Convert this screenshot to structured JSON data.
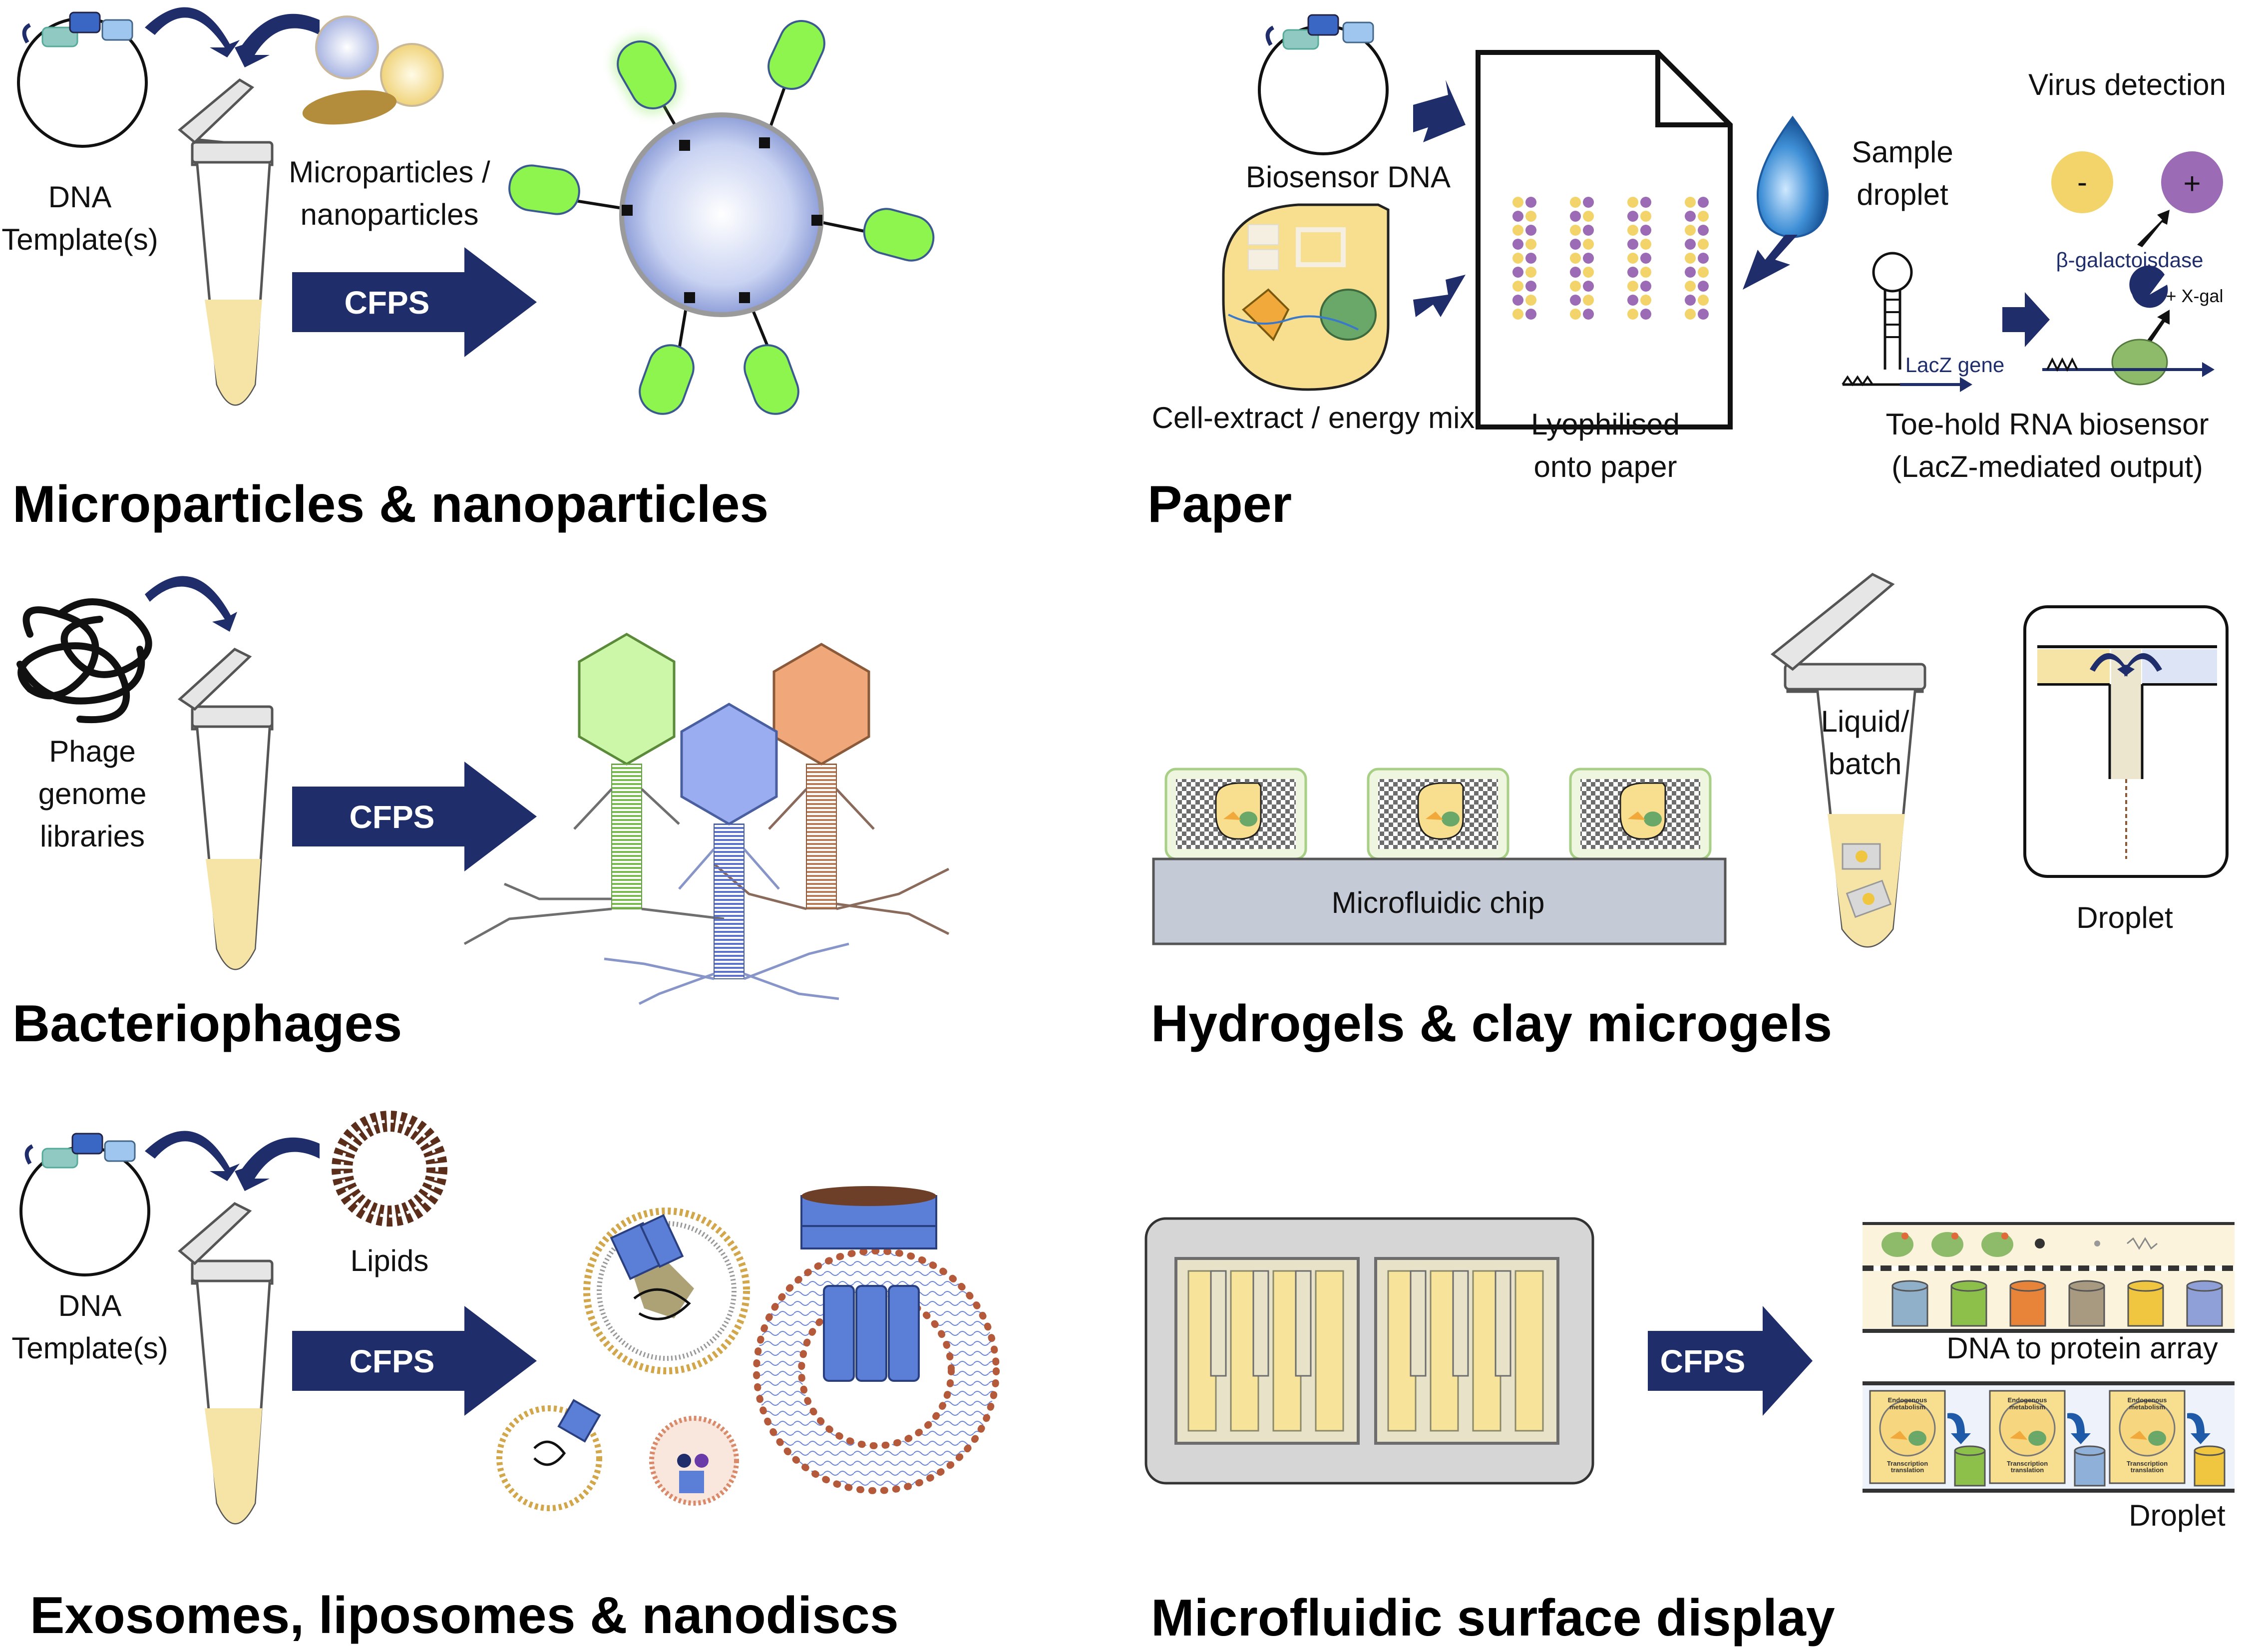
{
  "panels": {
    "microparticles": {
      "heading": "Microparticles & nanoparticles",
      "dna_label": [
        "DNA",
        "Template(s)"
      ],
      "particles_label": [
        "Microparticles /",
        "nanoparticles"
      ],
      "cfps": "CFPS"
    },
    "paper": {
      "heading": "Paper",
      "biosensor_dna": "Biosensor DNA",
      "cell_extract": "Cell-extract / energy mix",
      "lyophilised": [
        "Lyophilised",
        "onto paper"
      ],
      "sample_droplet": [
        "Sample",
        "droplet"
      ],
      "virus_detection": "Virus detection",
      "minus": "-",
      "plus": "+",
      "beta_gal": "β-galactoisdase",
      "xgal": "+ X-gal",
      "lacz_gene": "LacZ gene",
      "toehold": [
        "Toe-hold RNA biosensor",
        "(LacZ-mediated output)"
      ]
    },
    "bacteriophages": {
      "heading": "Bacteriophages",
      "phage_label": [
        "Phage",
        "genome",
        "libraries"
      ],
      "cfps": "CFPS"
    },
    "hydrogels": {
      "heading": "Hydrogels & clay microgels",
      "chip_label": "Microfluidic chip",
      "liquid_label": [
        "Liquid/",
        "batch"
      ],
      "droplet_label": "Droplet"
    },
    "exosomes": {
      "heading": "Exosomes, liposomes & nanodiscs",
      "dna_label": [
        "DNA",
        "Template(s)"
      ],
      "lipids_label": "Lipids",
      "cfps": "CFPS"
    },
    "surface_display": {
      "heading": "Microfluidic surface display",
      "cfps": "CFPS",
      "array_label": "DNA to protein array",
      "droplet_label": "Droplet",
      "cell_text": [
        "Endogenous",
        "metabolism",
        "Transcription",
        "translation"
      ]
    }
  },
  "colors": {
    "navy": "#1f2d6b",
    "tube_fill": "#f6e3a6",
    "green_protein": "#7fe84a",
    "purple": "#9b6bb5",
    "yellow": "#f2d46a",
    "chip_gray": "#c4cad6"
  }
}
